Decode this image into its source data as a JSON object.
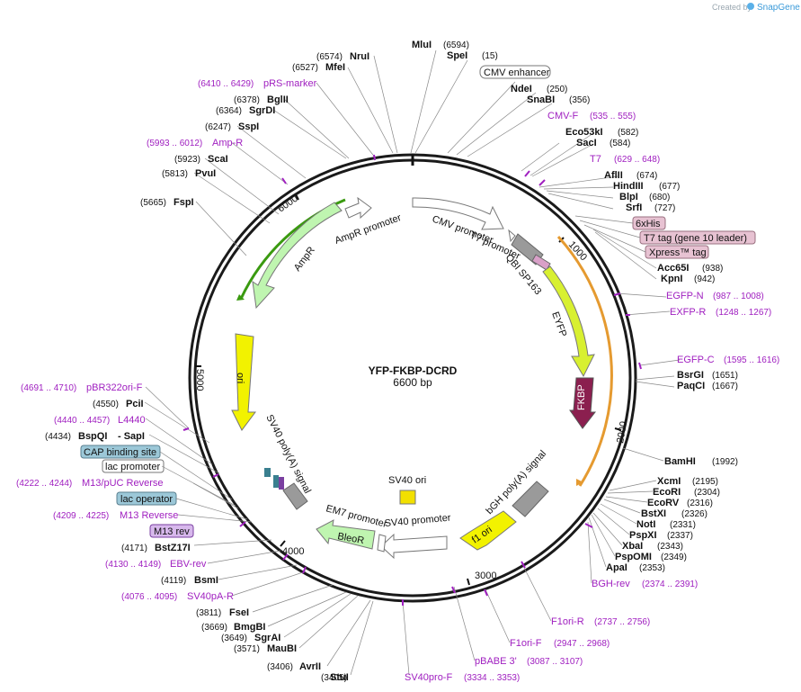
{
  "header": {
    "created_by": "Created by",
    "brand": "SnapGene"
  },
  "plasmid": {
    "name": "YFP-FKBP-DCRD",
    "length": "6600 bp"
  },
  "ticks": [
    "1000",
    "2000",
    "3000",
    "4000",
    "5000",
    "6000"
  ],
  "features": [
    {
      "label": "CMV promoter"
    },
    {
      "label": "T7 promoter"
    },
    {
      "label": "QBI SP163"
    },
    {
      "label": "EYFP"
    },
    {
      "label": "FKBP"
    },
    {
      "label": "bGH poly(A) signal"
    },
    {
      "label": "f1 ori"
    },
    {
      "label": "SV40 promoter"
    },
    {
      "label": "SV40 ori"
    },
    {
      "label": "EM7 promoter"
    },
    {
      "label": "BleoR"
    },
    {
      "label": "SV40 poly(A) signal"
    },
    {
      "label": "ori"
    },
    {
      "label": "AmpR"
    },
    {
      "label": "AmpR promoter"
    }
  ],
  "boxed_labels": [
    {
      "label": "CMV enhancer"
    },
    {
      "label": "6xHis"
    },
    {
      "label": "T7 tag (gene 10 leader)"
    },
    {
      "label": "Xpress™ tag"
    },
    {
      "label": "CAP binding site"
    },
    {
      "label": "lac promoter"
    },
    {
      "label": "lac operator"
    },
    {
      "label": "M13 rev"
    }
  ],
  "sites": [
    {
      "name": "MluI",
      "pos": "(6594)"
    },
    {
      "name": "SpeI",
      "pos": "(15)"
    },
    {
      "name": "NdeI",
      "pos": "(250)"
    },
    {
      "name": "SnaBI",
      "pos": "(356)"
    },
    {
      "name": "Eco53kI",
      "pos": "(582)"
    },
    {
      "name": "SacI",
      "pos": "(584)"
    },
    {
      "name": "AflII",
      "pos": "(674)"
    },
    {
      "name": "HindIII",
      "pos": "(677)"
    },
    {
      "name": "BlpI",
      "pos": "(680)"
    },
    {
      "name": "SrfI",
      "pos": "(727)"
    },
    {
      "name": "Acc65I",
      "pos": "(938)"
    },
    {
      "name": "KpnI",
      "pos": "(942)"
    },
    {
      "name": "BsrGI",
      "pos": "(1651)"
    },
    {
      "name": "PaqCI",
      "pos": "(1667)"
    },
    {
      "name": "BamHI",
      "pos": "(1992)"
    },
    {
      "name": "XcmI",
      "pos": "(2195)"
    },
    {
      "name": "EcoRI",
      "pos": "(2304)"
    },
    {
      "name": "EcoRV",
      "pos": "(2316)"
    },
    {
      "name": "BstXI",
      "pos": "(2326)"
    },
    {
      "name": "NotI",
      "pos": "(2331)"
    },
    {
      "name": "PspXI",
      "pos": "(2337)"
    },
    {
      "name": "XbaI",
      "pos": "(2343)"
    },
    {
      "name": "PspOMI",
      "pos": "(2349)"
    },
    {
      "name": "ApaI",
      "pos": "(2353)"
    },
    {
      "name": "StuI",
      "pos": "(3405)"
    },
    {
      "name": "AvrII",
      "pos": "(3406)"
    },
    {
      "name": "MauBI",
      "pos": "(3571)"
    },
    {
      "name": "SgrAI",
      "pos": "(3649)"
    },
    {
      "name": "BmgBI",
      "pos": "(3669)"
    },
    {
      "name": "FseI",
      "pos": "(3811)"
    },
    {
      "name": "BsmI",
      "pos": "(4119)"
    },
    {
      "name": "BstZ17I",
      "pos": "(4171)"
    },
    {
      "name": "BspQI",
      "pos": "(4434)"
    },
    {
      "name": "- SapI",
      "pos": ""
    },
    {
      "name": "PciI",
      "pos": "(4550)"
    },
    {
      "name": "FspI",
      "pos": "(5665)"
    },
    {
      "name": "PvuI",
      "pos": "(5813)"
    },
    {
      "name": "ScaI",
      "pos": "(5923)"
    },
    {
      "name": "SspI",
      "pos": "(6247)"
    },
    {
      "name": "SgrDI",
      "pos": "(6364)"
    },
    {
      "name": "BglII",
      "pos": "(6378)"
    },
    {
      "name": "MfeI",
      "pos": "(6527)"
    },
    {
      "name": "NruI",
      "pos": "(6574)"
    }
  ],
  "primers": [
    {
      "name": "CMV-F",
      "pos": "(535 .. 555)"
    },
    {
      "name": "T7",
      "pos": "(629 .. 648)"
    },
    {
      "name": "EGFP-N",
      "pos": "(987 .. 1008)"
    },
    {
      "name": "EXFP-R",
      "pos": "(1248 .. 1267)"
    },
    {
      "name": "EGFP-C",
      "pos": "(1595 .. 1616)"
    },
    {
      "name": "BGH-rev",
      "pos": "(2374 .. 2391)"
    },
    {
      "name": "F1ori-R",
      "pos": "(2737 .. 2756)"
    },
    {
      "name": "F1ori-F",
      "pos": "(2947 .. 2968)"
    },
    {
      "name": "pBABE 3'",
      "pos": "(3087 .. 3107)"
    },
    {
      "name": "SV40pro-F",
      "pos": "(3334 .. 3353)"
    },
    {
      "name": "SV40pA-R",
      "pos": "(4076 .. 4095)"
    },
    {
      "name": "EBV-rev",
      "pos": "(4130 .. 4149)"
    },
    {
      "name": "M13 Reverse",
      "pos": "(4209 .. 4225)"
    },
    {
      "name": "M13/pUC Reverse",
      "pos": "(4222 .. 4244)"
    },
    {
      "name": "L4440",
      "pos": "(4440 .. 4457)"
    },
    {
      "name": "pBR322ori-F",
      "pos": "(4691 .. 4710)"
    },
    {
      "name": "Amp-R",
      "pos": "(5993 .. 6012)"
    },
    {
      "name": "pRS-marker",
      "pos": "(6410 .. 6429)"
    }
  ],
  "colors": {
    "backbone": "#1a1a1a",
    "eyfp": "#d8f030",
    "fkbp": "#8b1f4f",
    "f1ori": "#f2f200",
    "sv40ori": "#f2e000",
    "ori": "#f2f200",
    "ampr": "#bff5b0",
    "bleor": "#bff5b0",
    "promoter": "#ffffff",
    "polyA": "#9a9a9a",
    "primer": "#a020c0",
    "orf_arc": "#e59a30",
    "amp_arc": "#3a9a10"
  }
}
